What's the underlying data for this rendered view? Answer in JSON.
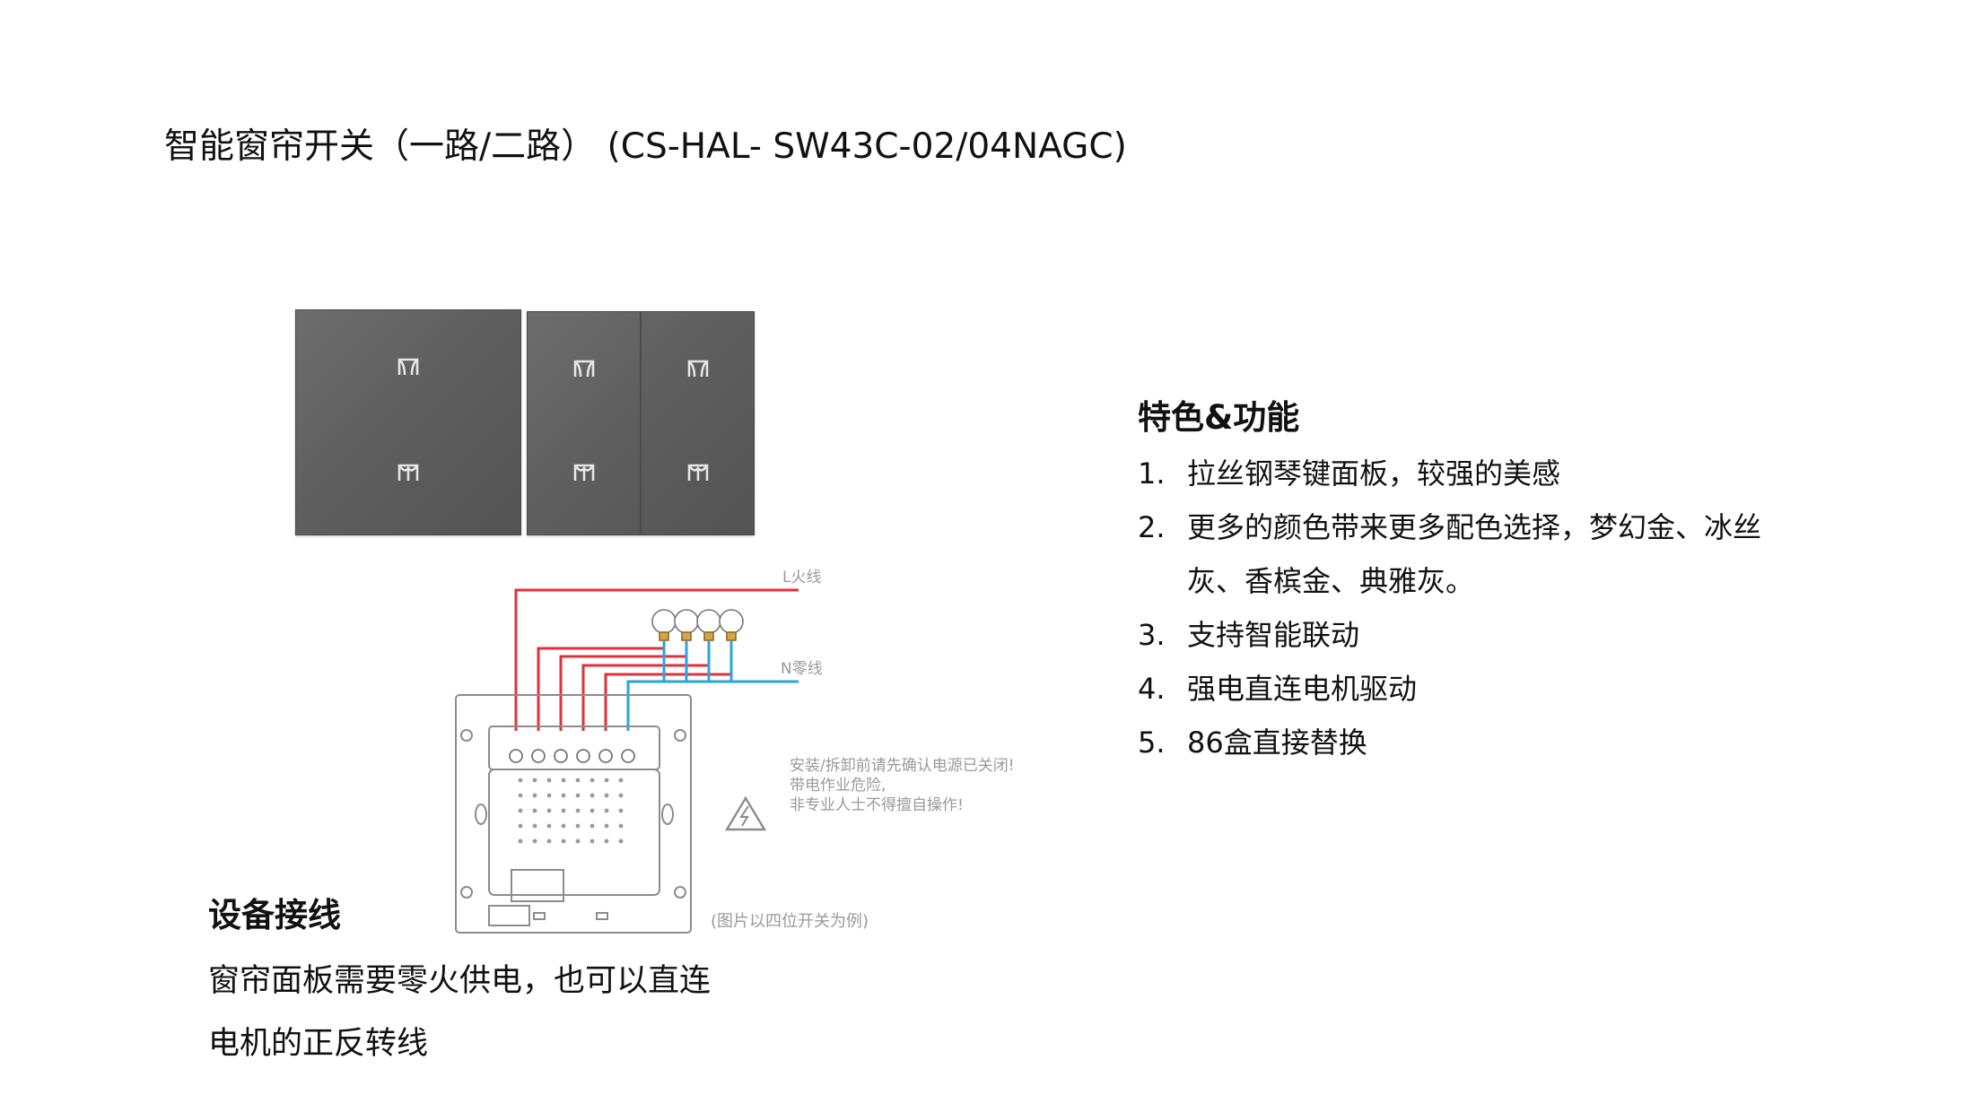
{
  "title": "智能窗帘开关（一路/二路） (CS-HAL- SW43C-02/04NAGC)",
  "panels": {
    "one_gang": {
      "icons": [
        "curtain-open-icon",
        "curtain-close-icon"
      ]
    },
    "two_gang": {
      "icons": [
        "curtain-open-icon",
        "curtain-close-icon",
        "curtain-open-icon",
        "curtain-close-icon"
      ]
    }
  },
  "diagram": {
    "live_label": "L火线",
    "neutral_label": "N零线",
    "warning_lines": [
      "安装/拆卸前请先确认电源已关闭!",
      "带电作业危险,",
      "非专业人士不得擅自操作!"
    ],
    "caption": "(图片以四位开关为例)",
    "colors": {
      "live": "#e0303a",
      "neutral": "#2aa4e0"
    }
  },
  "features": {
    "title": "特色&功能",
    "items": [
      {
        "num": "1.",
        "text": "拉丝钢琴键面板，较强的美感"
      },
      {
        "num": "2.",
        "text": "更多的颜色带来更多配色选择，梦幻金、冰丝灰、香槟金、典雅灰。"
      },
      {
        "num": "3.",
        "text": "支持智能联动"
      },
      {
        "num": "4.",
        "text": "强电直连电机驱动"
      },
      {
        "num": "5.",
        "text": "86盒直接替换"
      }
    ]
  },
  "wiring_section": {
    "title": "设备接线",
    "body": "窗帘面板需要零火供电，也可以直连电机的正反转线"
  }
}
